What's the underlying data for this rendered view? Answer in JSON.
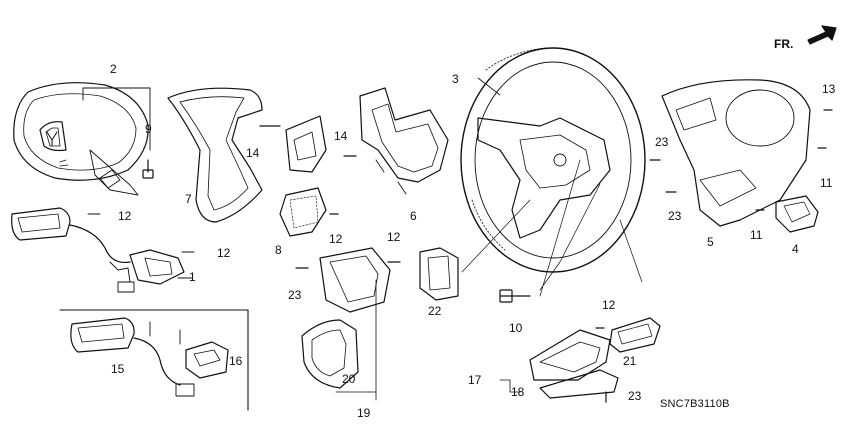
{
  "diagram": {
    "orientation_label": "FR.",
    "diagram_code": "SNC7B3110B",
    "callouts": {
      "c1": "1",
      "c2": "2",
      "c3": "3",
      "c4": "4",
      "c5": "5",
      "c6": "6",
      "c7": "7",
      "c8": "8",
      "c9": "9",
      "c10": "10",
      "c11a": "11",
      "c11b": "11",
      "c12a": "12",
      "c12b": "12",
      "c12c": "12",
      "c12d": "12",
      "c12e": "12",
      "c13": "13",
      "c14a": "14",
      "c14b": "14",
      "c15": "15",
      "c16": "16",
      "c17": "17",
      "c18": "18",
      "c19": "19",
      "c20": "20",
      "c21": "21",
      "c22": "22",
      "c23a": "23",
      "c23b": "23",
      "c23c": "23",
      "c23d": "23"
    }
  }
}
